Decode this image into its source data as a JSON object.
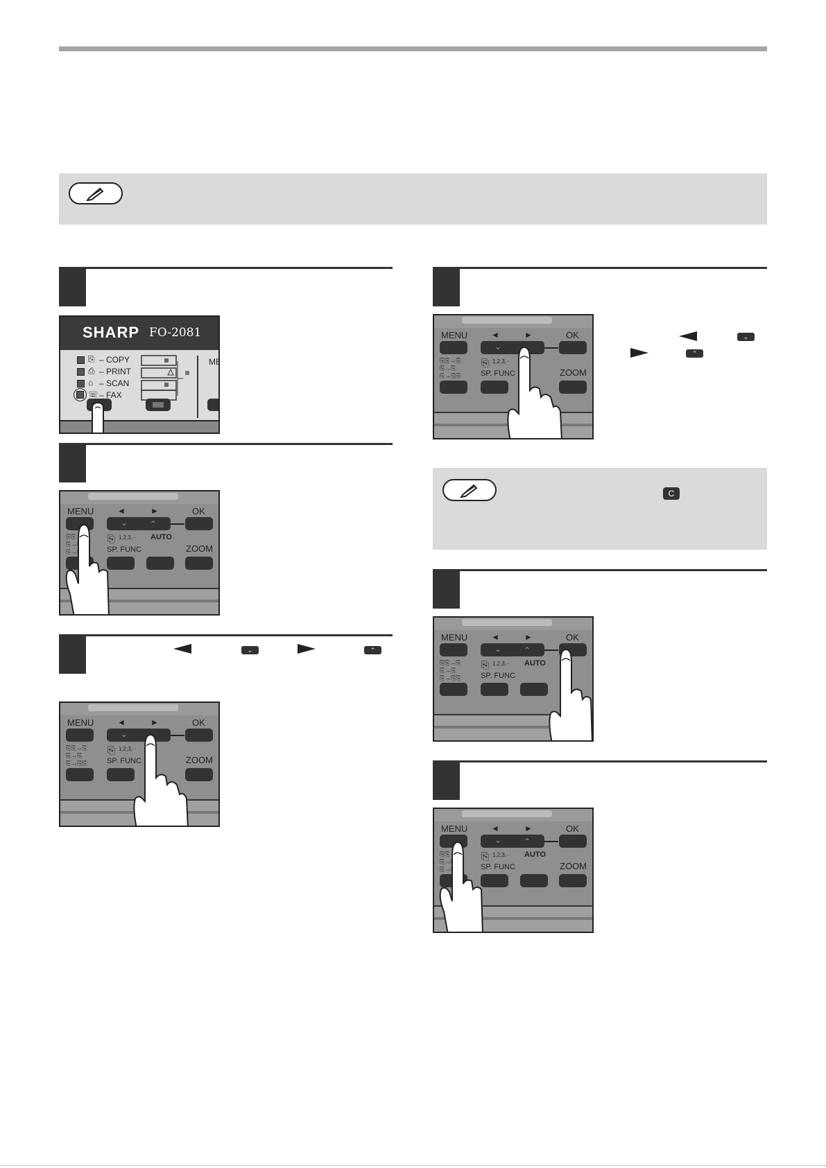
{
  "panel_labels": {
    "menu": "MENU",
    "ok": "OK",
    "zoom": "ZOOM",
    "sp_func": "SP. FUNC",
    "auto": "AUTO",
    "seq": "1,2,3,··",
    "left_arrow": "◄",
    "right_arrow": "►",
    "down_chevron": "⌄",
    "up_chevron": "⌃"
  },
  "mode_panel": {
    "brand": "SHARP",
    "model": "FO-2081",
    "modes": [
      "– COPY",
      "– PRINT",
      "– SCAN",
      "– FAX"
    ],
    "cut_label": "ME"
  },
  "clear_key": "C",
  "icons": {
    "note": "pencil-note-icon",
    "finger": "pressing-finger-icon"
  },
  "colors": {
    "rule": "#a5a5a5",
    "note_bg": "#dadada",
    "step_dark": "#333333",
    "panel_body": "#8f8f8f"
  }
}
